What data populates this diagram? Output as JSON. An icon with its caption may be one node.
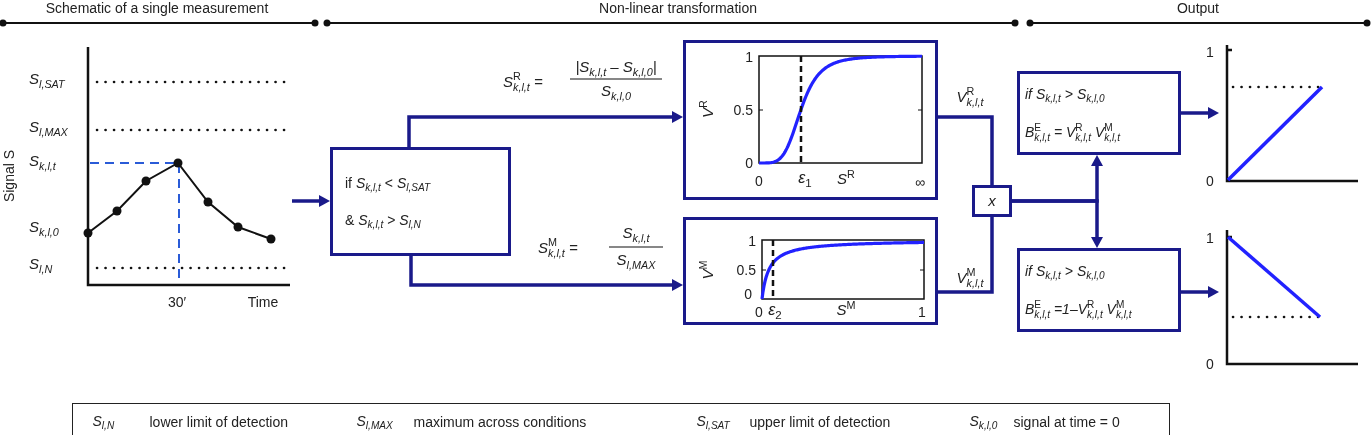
{
  "diagram": {
    "nodes": [
      {
        "text": [],
        "shape": "picture",
        "beside": [
          "S$_{l,SAT}$",
          "S$_{l,MAX}$",
          "S$_{k,l,t}$",
          "Signal S",
          "S$_{k,l,0}$",
          "S$_{l,N}$",
          "30′",
          "Time"
        ]
      },
      {
        "text": [
          "if *S*$_{k,l,t}$ < *S*$_{l,SAT}$",
          "& *S*$_{k,l,t}$ > *S*$_{l,N}$"
        ]
      },
      {
        "text": [
          "1",
          "V$^{R}$",
          "0.5",
          "0",
          "0",
          "ε$_{1}$",
          "S$^{R}$",
          "∞"
        ]
      },
      {
        "text": [
          "1",
          "V$^{M}$",
          "0.5",
          "0",
          "0",
          "ε$_{2}$",
          "S$^{M}$",
          "1"
        ]
      },
      {
        "text": [
          "x"
        ]
      },
      {
        "text": [
          "if S$_{k,l,t}$ > S$_{k,l,0}$",
          "B$^{E}$$_{k,l,t}$ = V$^{R}$$_{k,l,t}$ V$^{M}$$_{k,l,t}$"
        ]
      },
      {
        "text": [
          "if S$_{k,l,t}$ > S$_{k,l,0}$",
          "B$^{E}$$_{k,l,t}$ =1–V$^{R}$$_{k,l,t}$ V$^{M}$$_{k,l,t}$"
        ]
      },
      {
        "text": [],
        "shape": "picture",
        "beside": [
          "1",
          "0"
        ]
      },
      {
        "text": [],
        "shape": "picture",
        "beside": [
          "1",
          "0"
        ]
      },
      {
        "text": [
          "S$_{l,N}$",
          "lower limit of detection",
          "S$_{l,MAX}$",
          "maximum across conditions",
          "S$_{l,SAT}$",
          "upper limit of detection",
          "S$_{k,l,0}$",
          "signal at time = 0"
        ]
      }
    ],
    "edges": [
      {
        "from": 0,
        "to": 1,
        "arrow": "to"
      },
      {
        "from": 1,
        "to": 2,
        "arrow": "to"
      },
      {
        "from": 1,
        "to": 3,
        "arrow": "to"
      },
      {
        "from": 2,
        "to": 4,
        "arrow": "none"
      },
      {
        "from": 3,
        "to": 4,
        "arrow": "none"
      },
      {
        "from": 4,
        "to": 5,
        "arrow": "to"
      },
      {
        "from": 4,
        "to": 6,
        "arrow": "to"
      },
      {
        "from": 5,
        "to": 7,
        "arrow": "to"
      },
      {
        "from": 6,
        "to": 8,
        "arrow": "to"
      }
    ],
    "labels": [
      "Schematic of a single measurement",
      "Non-linear transformation",
      "Output",
      "S$^{R}$$_{k,l,t}$ =",
      "|S$_{k,l,t}$ – S$_{k,l,0}$|",
      "S$_{k,l,0}$",
      "V$^{R}$$_{k,l,t}$",
      "S$^{M}$$_{k,l,t}$ =",
      "S$_{k,l,t}$",
      "S$_{l,MAX}$",
      "V$^{M}$$_{k,l,t}$"
    ]
  }
}
